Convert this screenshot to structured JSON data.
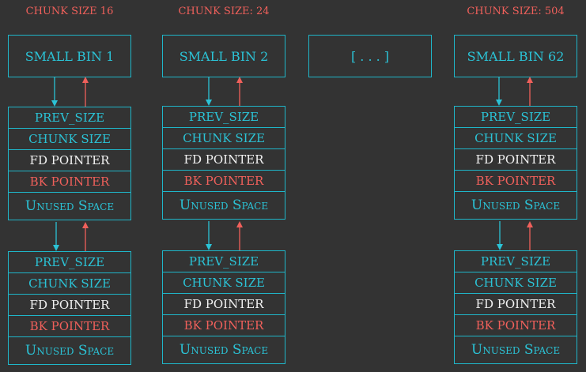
{
  "colors": {
    "background": "#333333",
    "cyan": "#2bc3d6",
    "red": "#f0605b",
    "white": "#f2f2f2"
  },
  "columns": [
    {
      "chunk_label": "CHUNK SIZE 16",
      "bin_label": "SMALL BIN 1",
      "chunks": [
        {
          "prev_size": "PREV_SIZE",
          "chunk_size": "CHUNK SIZE",
          "fd": "FD POINTER",
          "bk": "BK POINTER",
          "unused": "Unused Space"
        },
        {
          "prev_size": "PREV_SIZE",
          "chunk_size": "CHUNK SIZE",
          "fd": "FD POINTER",
          "bk": "BK POINTER",
          "unused": "Unused Space"
        }
      ]
    },
    {
      "chunk_label": "CHUNK SIZE: 24",
      "bin_label": "SMALL BIN 2",
      "chunks": [
        {
          "prev_size": "PREV_SIZE",
          "chunk_size": "CHUNK SIZE",
          "fd": "FD POINTER",
          "bk": "BK POINTER",
          "unused": "Unused Space"
        },
        {
          "prev_size": "PREV_SIZE",
          "chunk_size": "CHUNK SIZE",
          "fd": "FD POINTER",
          "bk": "BK POINTER",
          "unused": "Unused Space"
        }
      ]
    },
    {
      "chunk_label": "",
      "bin_label": "[ . . . ]",
      "chunks": []
    },
    {
      "chunk_label": "CHUNK SIZE: 504",
      "bin_label": "SMALL BIN 62",
      "chunks": [
        {
          "prev_size": "PREV_SIZE",
          "chunk_size": "CHUNK SIZE",
          "fd": "FD POINTER",
          "bk": "BK POINTER",
          "unused": "Unused Space"
        },
        {
          "prev_size": "PREV_SIZE",
          "chunk_size": "CHUNK SIZE",
          "fd": "FD POINTER",
          "bk": "BK POINTER",
          "unused": "Unused Space"
        }
      ]
    }
  ]
}
